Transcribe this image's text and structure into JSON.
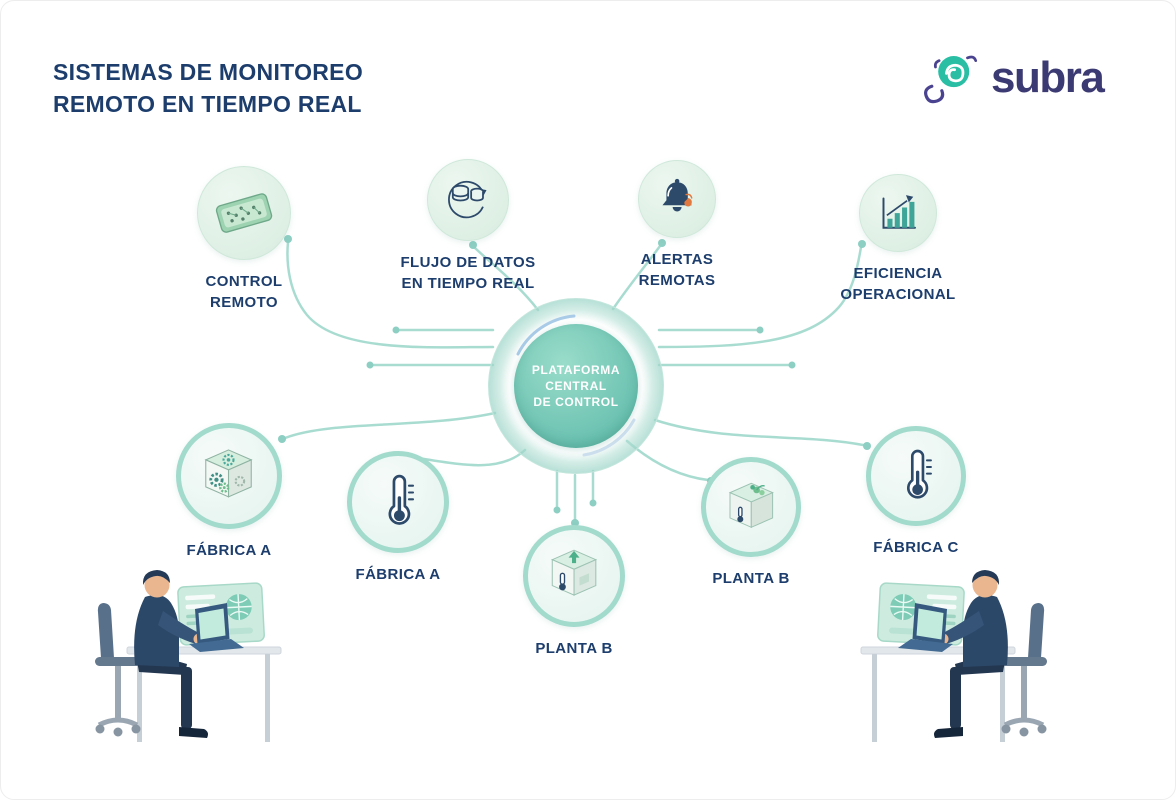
{
  "title": {
    "line1": "SISTEMAS DE MONITOREO",
    "line2": "REMOTO EN TIEMPO REAL"
  },
  "logo": {
    "name": "subra"
  },
  "hub": {
    "label": "PLATAFORMA\nCENTRAL\nDE CONTROL"
  },
  "nodes": {
    "control_remoto": {
      "label": "CONTROL\nREMOTO",
      "icon": "circuit-board-icon"
    },
    "flujo_datos": {
      "label": "FLUJO DE DATOS\nEN TIEMPO REAL",
      "icon": "database-sync-icon"
    },
    "alertas_remotas": {
      "label": "ALERTAS\nREMOTAS",
      "icon": "alert-bell-icon"
    },
    "eficiencia_operacional": {
      "label": "EFICIENCIA\nOPERACIONAL",
      "icon": "bar-chart-icon"
    },
    "fabrica_a_maquina": {
      "label": "FÁBRICA A",
      "icon": "machine-cube-icon"
    },
    "fabrica_a_termometro": {
      "label": "FÁBRICA A",
      "icon": "thermometer-icon"
    },
    "planta_b_sensor": {
      "label": "PLANTA B",
      "icon": "sensor-cube-icon"
    },
    "planta_b_caja": {
      "label": "PLANTA B",
      "icon": "plant-cube-icon"
    },
    "fabrica_c": {
      "label": "FÁBRICA C",
      "icon": "thermometer-icon"
    }
  },
  "colors": {
    "background": "#ffffff",
    "text_navy": "#1d3e6d",
    "logo_purple": "#3c3a72",
    "accent_teal": "#2abfa5",
    "hub_teal": "#6cc2b1",
    "line_teal": "#a9dcd1",
    "bubble_fill": "#ddeee6",
    "icon_navy": "#2e4a6b",
    "alert_orange": "#e2793f"
  }
}
